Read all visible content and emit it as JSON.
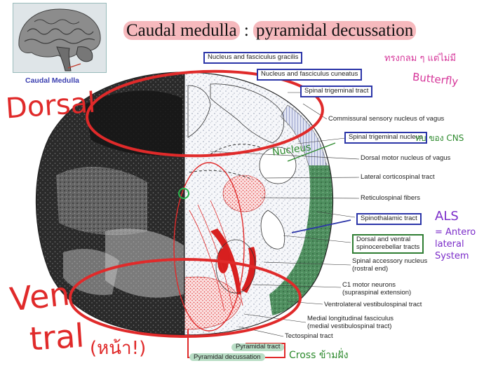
{
  "title": {
    "part1": "Caudal medulla",
    "sep": " : ",
    "part2": "pyramidal decussation"
  },
  "thumbnail": {
    "caption": "Caudal Medulla"
  },
  "labels": {
    "gracilis": "Nucleus and fasciculus gracilis",
    "cuneatus": "Nucleus and fasciculus cuneatus",
    "spinal_trigeminal_tract": "Spinal trigeminal tract",
    "commissural": "Commissural sensory nucleus of vagus",
    "spinal_trigeminal_nucleus": "Spinal trigeminal nucleus",
    "dorsal_motor_vagus": "Dorsal motor nucleus of vagus",
    "lateral_corticospinal": "Lateral corticospinal tract",
    "reticulospinal": "Reticulospinal fibers",
    "spinothalamic": "Spinothalamic tract",
    "spinocerebellar_1": "Dorsal and ventral",
    "spinocerebellar_2": "spinocerebellar tracts",
    "accessory_1": "Spinal accessory nucleus",
    "accessory_2": "(rostral end)",
    "c1_motor_1": "C1 motor neurons",
    "c1_motor_2": "(supraspinal extension)",
    "ventrolateral_vestibulospinal": "Ventrolateral vestibulospinal tract",
    "mlf_1": "Medial longitudinal fasciculus",
    "mlf_2": "(medial vestibulospinal tract)",
    "tectospinal": "Tectospinal tract",
    "pyramidal_tract": "Pyramidal tract",
    "pyramidal_decussation": "Pyramidal decussation"
  },
  "annotations": {
    "dorsal": "Dorsal",
    "ventral_1": "Ven",
    "ventral_2": "tral",
    "ventral_thai": "(หน้า!)",
    "butterfly_thai": "ทรงกลม ๆ แต่ไม่มี",
    "butterfly": "Butterfly",
    "cns_note": "ทบ ของ CNS",
    "nucleus": "Nucleus",
    "als": "ALS",
    "als_expansion": "= Antero lateral System",
    "cross_note": "Cross ข้ามฝั่ง"
  },
  "colors": {
    "annotation_red": "#e02a2a",
    "title_highlight": "#f6b9bd",
    "label_box_blue": "#2b35a8",
    "label_box_green": "#2e7d32",
    "tract_green": "#4f8f5f",
    "tract_red": "#e33b3b",
    "handwriting_magenta": "#d6379a",
    "handwriting_green": "#2d8a2d",
    "handwriting_purple": "#7b2cc9"
  }
}
